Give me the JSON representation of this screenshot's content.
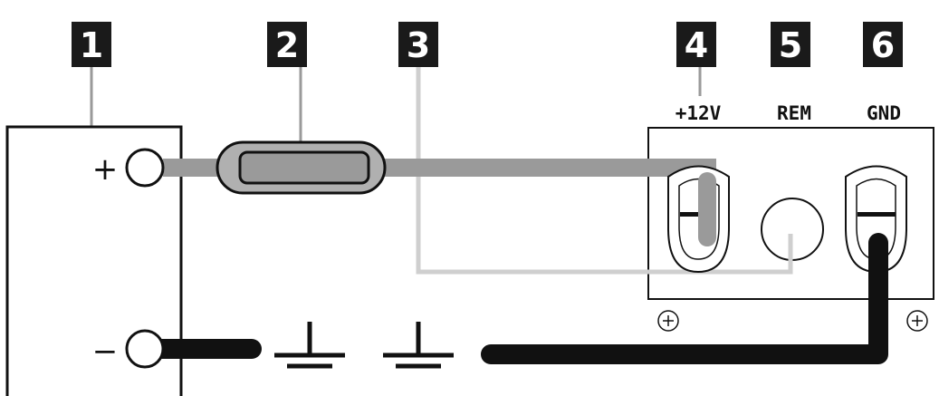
{
  "badges": [
    "1",
    "2",
    "3",
    "4",
    "5",
    "6"
  ],
  "terminals": {
    "positive": "+12V",
    "remote": "REM",
    "ground": "GND"
  },
  "battery": {
    "plus_sign": "+",
    "minus_sign": "−"
  },
  "colors": {
    "badge_fill": "#1a1a1a",
    "power_wire": "#9a9a9a",
    "remote_wire": "#cfcfcf",
    "ground_wire": "#111111",
    "outline": "#111111"
  }
}
